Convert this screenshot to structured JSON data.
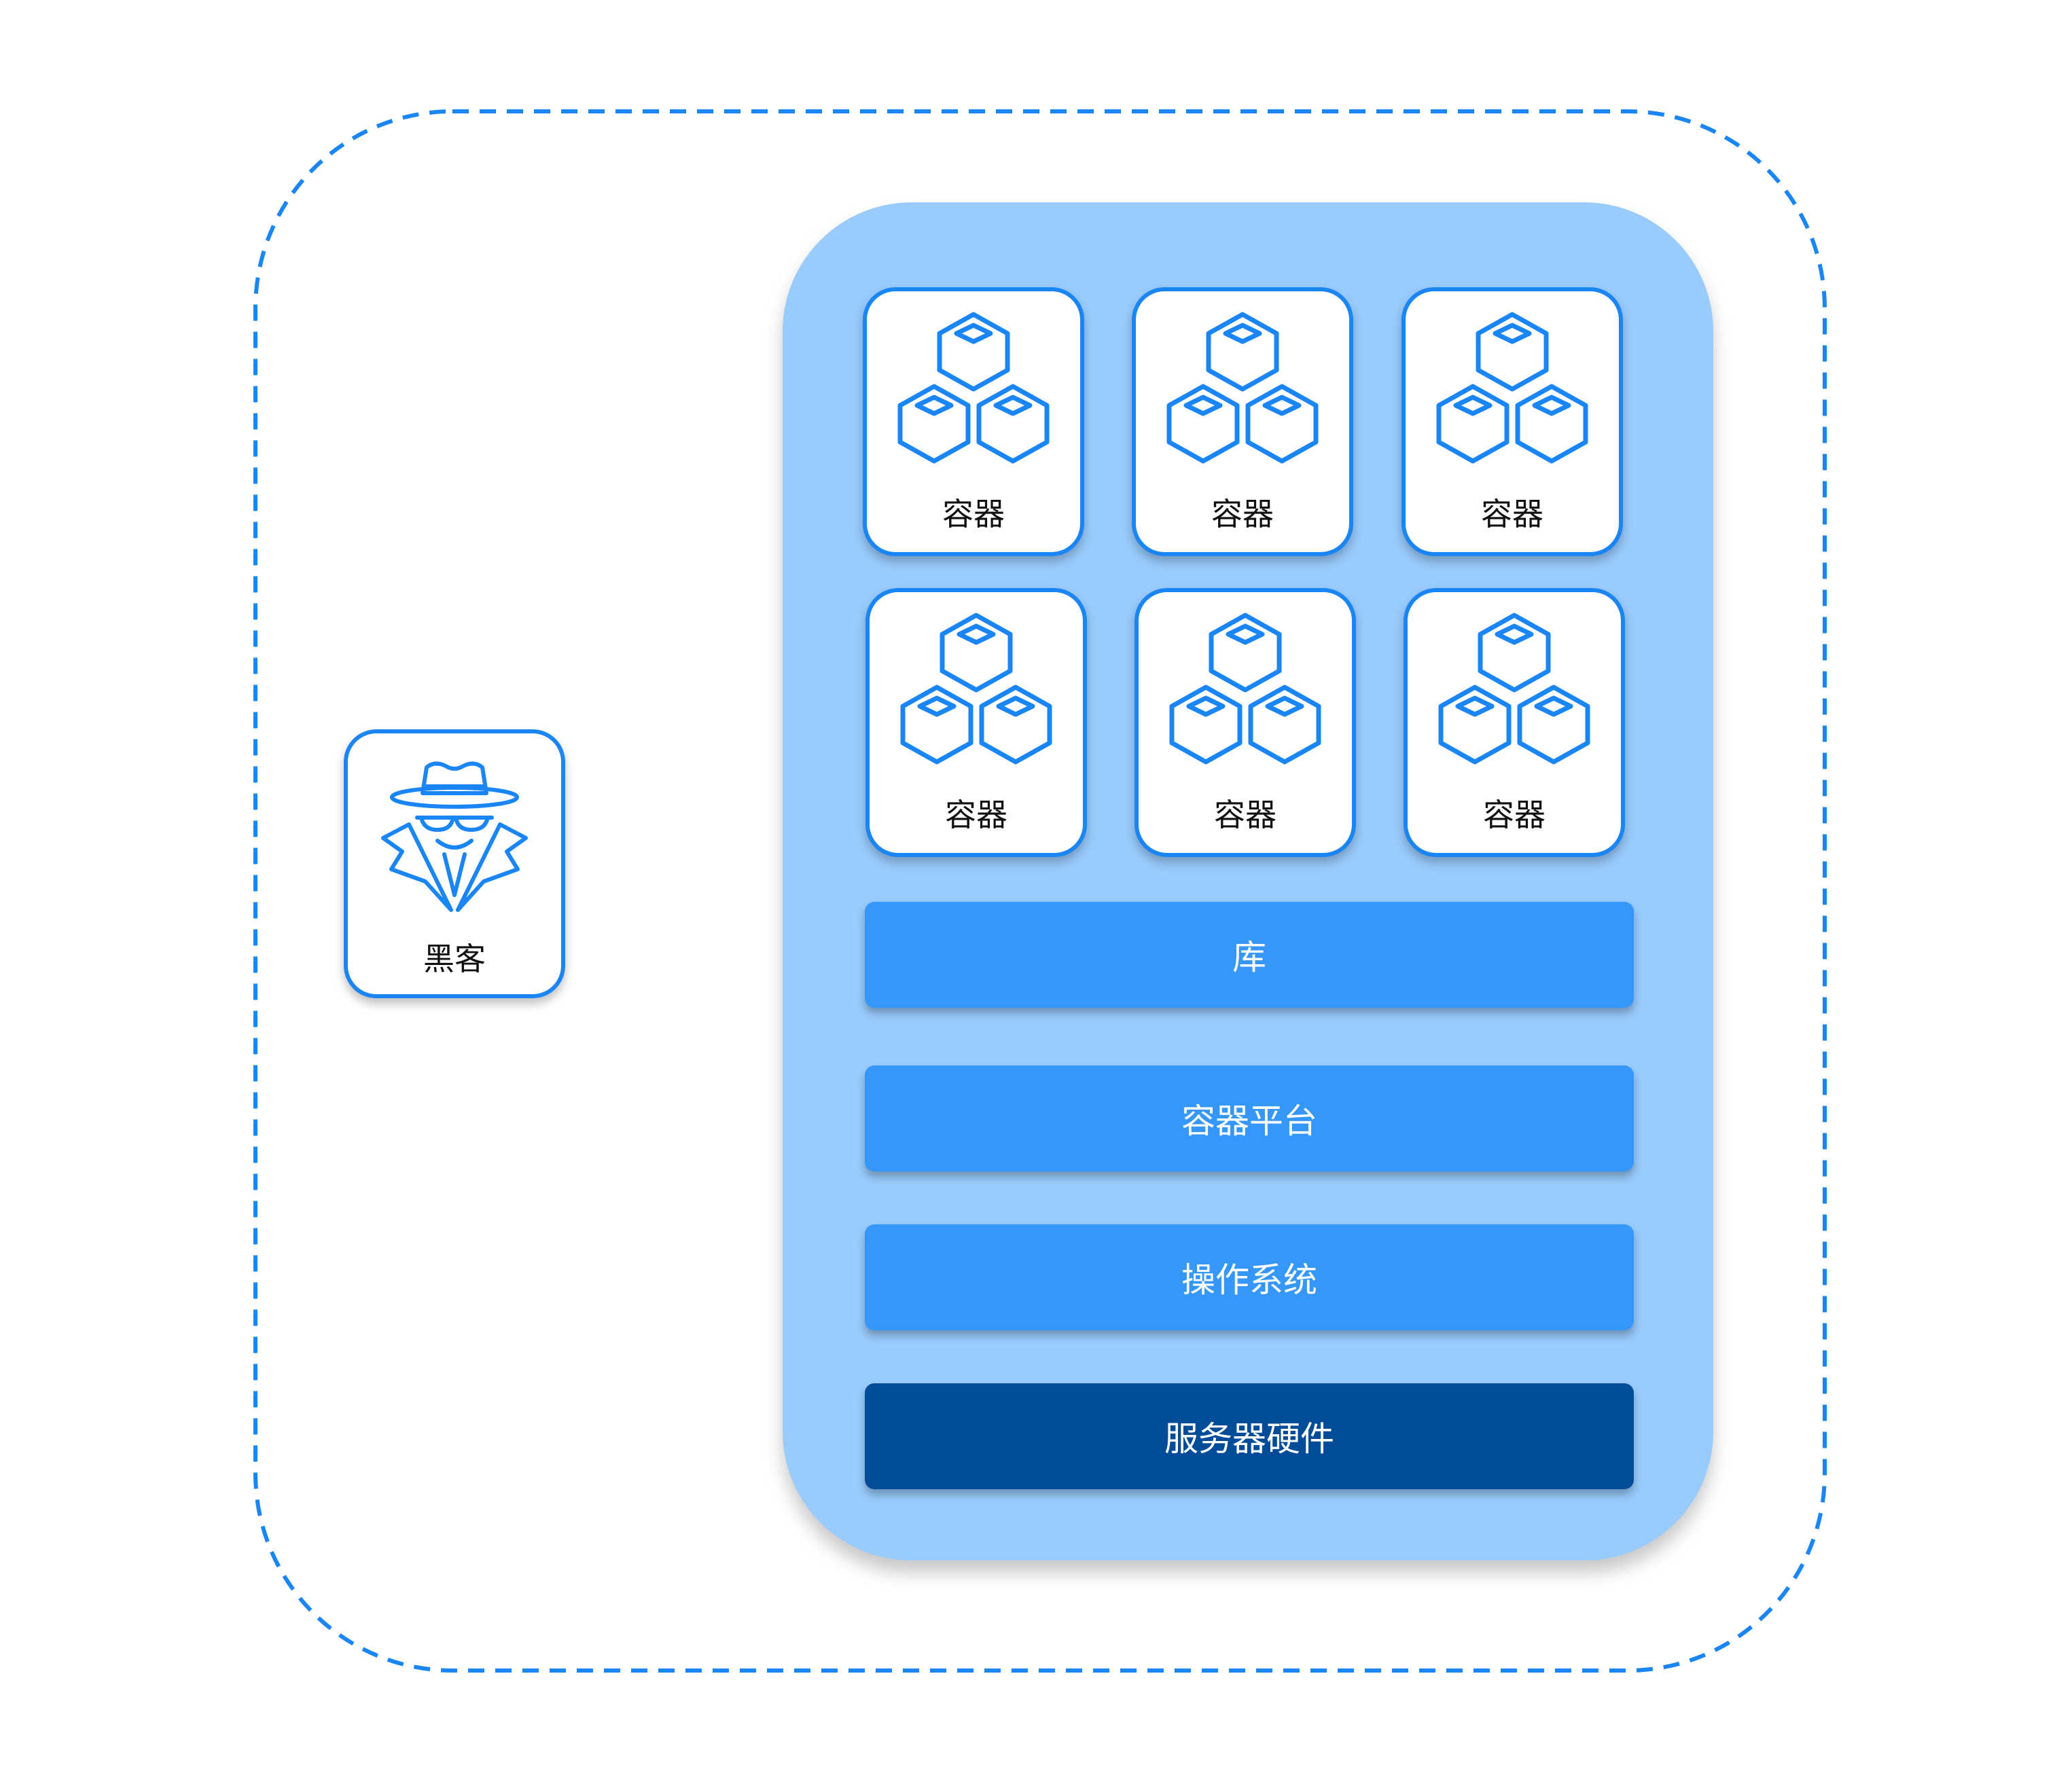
{
  "colors": {
    "accent": "#1a85f5",
    "panel": "#99cbfd",
    "layer": "#3497f9",
    "hardware": "#004c99"
  },
  "hacker": {
    "label": "黑客",
    "icon": "hacker-icon"
  },
  "containers": [
    {
      "label": "容器",
      "icon": "cubes-icon"
    },
    {
      "label": "容器",
      "icon": "cubes-icon"
    },
    {
      "label": "容器",
      "icon": "cubes-icon"
    },
    {
      "label": "容器",
      "icon": "cubes-icon"
    },
    {
      "label": "容器",
      "icon": "cubes-icon"
    },
    {
      "label": "容器",
      "icon": "cubes-icon"
    }
  ],
  "layers": [
    {
      "label": "库"
    },
    {
      "label": "容器平台"
    },
    {
      "label": "操作系统"
    },
    {
      "label": "服务器硬件"
    }
  ]
}
